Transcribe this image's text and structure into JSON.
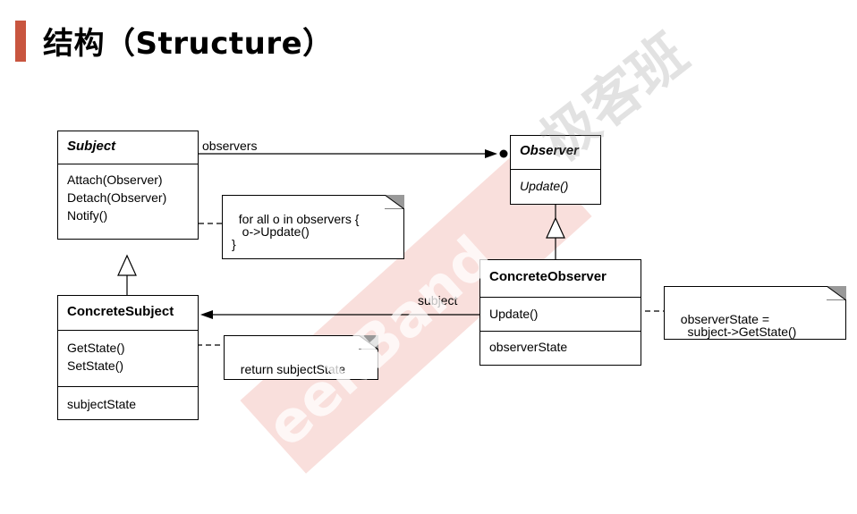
{
  "title": "结构（Structure）",
  "watermark": {
    "logo": "极客班",
    "text": "GeekBand"
  },
  "classes": {
    "subject": {
      "name": "Subject",
      "operations": [
        "Attach(Observer)",
        "Detach(Observer)",
        "Notify()"
      ]
    },
    "observer": {
      "name": "Observer",
      "operations": [
        "Update()"
      ]
    },
    "concrete_subject": {
      "name": "ConcreteSubject",
      "operations": [
        "GetState()",
        "SetState()"
      ],
      "attributes": [
        "subjectState"
      ]
    },
    "concrete_observer": {
      "name": "ConcreteObserver",
      "operations": [
        "Update()"
      ],
      "attributes": [
        "observerState"
      ]
    }
  },
  "notes": {
    "notify": "for all o in observers {\n   o->Update()\n}",
    "get_state": "return subjectState",
    "update": "observerState =\n    subject->GetState()"
  },
  "associations": {
    "observers": "observers",
    "subject": "subject"
  }
}
